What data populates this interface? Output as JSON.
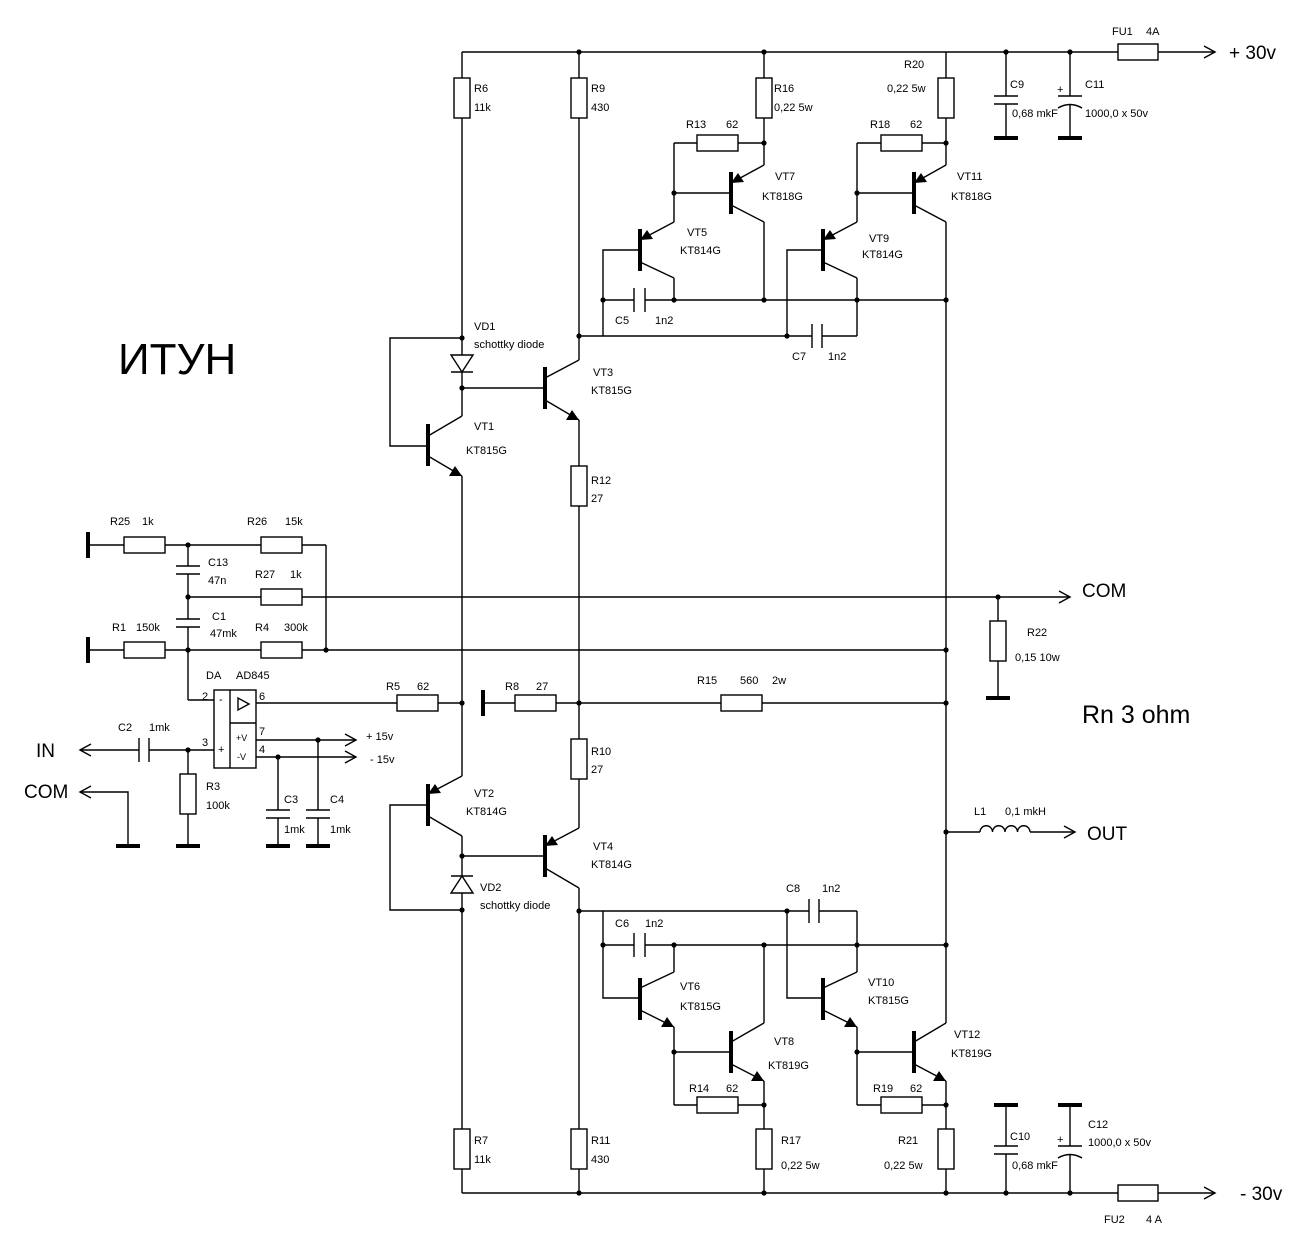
{
  "title": "ИТУН",
  "load_note": "Rn   3 ohm",
  "ports": {
    "pos": "+ 30v",
    "neg": "- 30v",
    "com": "COM",
    "in": "IN",
    "com_in": "COM",
    "out": "OUT",
    "p15": "+ 15v",
    "m15": "- 15v"
  },
  "opamp": {
    "ref": "DA",
    "part": "AD845",
    "vplus": "+V",
    "vminus": "-V",
    "pin_minus": "-",
    "pin_plus": "+",
    "pin2": "2",
    "pin3": "3",
    "pin4": "4",
    "pin6": "6",
    "pin7": "7"
  },
  "components": {
    "R1": {
      "ref": "R1",
      "value": "150k"
    },
    "R3": {
      "ref": "R3",
      "value": "100k"
    },
    "R4": {
      "ref": "R4",
      "value": "300k"
    },
    "R5": {
      "ref": "R5",
      "value": "62"
    },
    "R6": {
      "ref": "R6",
      "value": "11k"
    },
    "R7": {
      "ref": "R7",
      "value": "11k"
    },
    "R8": {
      "ref": "R8",
      "value": "27"
    },
    "R9": {
      "ref": "R9",
      "value": "430"
    },
    "R10": {
      "ref": "R10",
      "value": "27"
    },
    "R11": {
      "ref": "R11",
      "value": "430"
    },
    "R12": {
      "ref": "R12",
      "value": "27"
    },
    "R13": {
      "ref": "R13",
      "value": "62"
    },
    "R14": {
      "ref": "R14",
      "value": "62"
    },
    "R15": {
      "ref": "R15",
      "value": "560",
      "extra": "2w"
    },
    "R16": {
      "ref": "R16",
      "value": "0,22  5w"
    },
    "R17": {
      "ref": "R17",
      "value": "0,22  5w"
    },
    "R18": {
      "ref": "R18",
      "value": "62"
    },
    "R19": {
      "ref": "R19",
      "value": "62"
    },
    "R20": {
      "ref": "R20",
      "value": "0,22  5w"
    },
    "R21": {
      "ref": "R21",
      "value": "0,22  5w"
    },
    "R22": {
      "ref": "R22",
      "value": "0,15  10w"
    },
    "R25": {
      "ref": "R25",
      "value": "1k"
    },
    "R26": {
      "ref": "R26",
      "value": "15k"
    },
    "R27": {
      "ref": "R27",
      "value": "1k"
    },
    "C1": {
      "ref": "C1",
      "value": "47mk"
    },
    "C2": {
      "ref": "C2",
      "value": "1mk"
    },
    "C3": {
      "ref": "C3",
      "value": "1mk"
    },
    "C4": {
      "ref": "C4",
      "value": "1mk"
    },
    "C5": {
      "ref": "C5",
      "value": "1n2"
    },
    "C6": {
      "ref": "C6",
      "value": "1n2"
    },
    "C7": {
      "ref": "C7",
      "value": "1n2"
    },
    "C8": {
      "ref": "C8",
      "value": "1n2"
    },
    "C9": {
      "ref": "C9",
      "value": "0,68 mkF"
    },
    "C10": {
      "ref": "C10",
      "value": "0,68 mkF"
    },
    "C11": {
      "ref": "C11",
      "value": "1000,0 x 50v"
    },
    "C12": {
      "ref": "C12",
      "value": "1000,0 x 50v"
    },
    "C13": {
      "ref": "C13",
      "value": "47n"
    },
    "L1": {
      "ref": "L1",
      "value": "0,1 mkH"
    },
    "FU1": {
      "ref": "FU1",
      "value": "4A"
    },
    "FU2": {
      "ref": "FU2",
      "value": "4 A"
    },
    "VD1": {
      "ref": "VD1",
      "value": "schottky diode"
    },
    "VD2": {
      "ref": "VD2",
      "value": "schottky diode"
    },
    "VT1": {
      "ref": "VT1",
      "value": "KT815G"
    },
    "VT2": {
      "ref": "VT2",
      "value": "KT814G"
    },
    "VT3": {
      "ref": "VT3",
      "value": "KT815G"
    },
    "VT4": {
      "ref": "VT4",
      "value": "KT814G"
    },
    "VT5": {
      "ref": "VT5",
      "value": "KT814G"
    },
    "VT6": {
      "ref": "VT6",
      "value": "KT815G"
    },
    "VT7": {
      "ref": "VT7",
      "value": "KT818G"
    },
    "VT8": {
      "ref": "VT8",
      "value": "KT819G"
    },
    "VT9": {
      "ref": "VT9",
      "value": "KT814G"
    },
    "VT10": {
      "ref": "VT10",
      "value": "KT815G"
    },
    "VT11": {
      "ref": "VT11",
      "value": "KT818G"
    },
    "VT12": {
      "ref": "VT12",
      "value": "KT819G"
    }
  },
  "polarity_mark": "+"
}
